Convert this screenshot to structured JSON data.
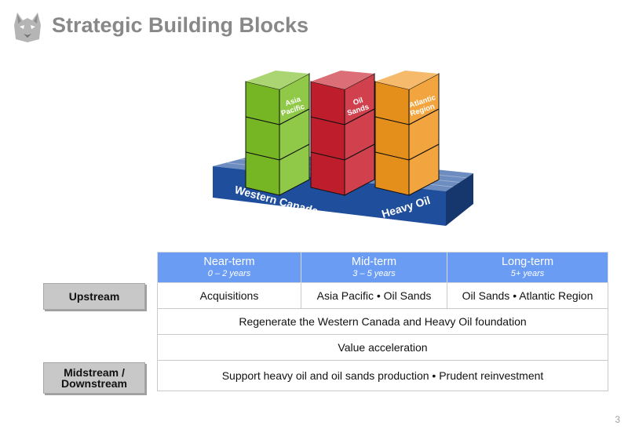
{
  "slide": {
    "title": "Strategic Building Blocks",
    "page_number": "3"
  },
  "diagram": {
    "columns": [
      {
        "label_line1": "Asia",
        "label_line2": "Pacific",
        "color": "#7cbf26"
      },
      {
        "label_line1": "Oil",
        "label_line2": "Sands",
        "color": "#c8202e"
      },
      {
        "label_line1": "Atlantic",
        "label_line2": "Region",
        "color": "#f0951c"
      }
    ],
    "base_left": "Western Canada",
    "base_right": "Heavy Oil",
    "base_color": "#1f4e9c"
  },
  "timeline": {
    "headers": [
      {
        "label": "Near-term",
        "range": "0 – 2 years"
      },
      {
        "label": "Mid-term",
        "range": "3 – 5 years"
      },
      {
        "label": "Long-term",
        "range": "5+ years"
      }
    ],
    "rows": {
      "upstream_label": "Upstream",
      "upstream": [
        "Acquisitions",
        "Asia Pacific • Oil Sands",
        "Oil Sands • Atlantic Region"
      ],
      "foundation": "Regenerate the Western Canada and Heavy Oil foundation",
      "value": "Value acceleration",
      "midstream_label": "Midstream / Downstream",
      "midstream": "Support heavy oil and oil sands production • Prudent reinvestment"
    }
  }
}
